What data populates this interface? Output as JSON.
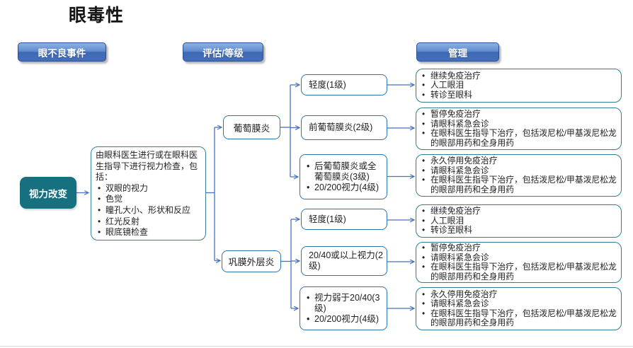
{
  "title": "眼毒性",
  "columns": {
    "adverse_event": "眼不良事件",
    "assessment": "评估/等级",
    "management": "管理"
  },
  "adverse_event": {
    "label": "视力改变"
  },
  "exam": {
    "intro": "由眼科医生进行或在眼科医生指导下进行视力检查，包括：",
    "bullets": [
      "双眼的视力",
      "色觉",
      "瞳孔大小、形状和反应",
      "红光反射",
      "眼底镜检查"
    ]
  },
  "uveitis": {
    "label": "葡萄膜炎",
    "grades": [
      {
        "text": "轻度(1级)"
      },
      {
        "text": "前葡萄膜炎(2级)"
      },
      {
        "bullets": [
          "后葡萄膜炎或全葡萄膜炎(3级)",
          "20/200视力(4级)"
        ]
      }
    ]
  },
  "episcleritis": {
    "label": "巩膜外层炎",
    "grades": [
      {
        "text": "轻度(1级)"
      },
      {
        "text": "20/40或以上视力(2级)"
      },
      {
        "bullets": [
          "视力弱于20/40(3级)",
          "20/200视力(4级)"
        ]
      }
    ]
  },
  "management": [
    {
      "bullets": [
        "继续免疫治疗",
        "人工眼泪",
        "转诊至眼科"
      ]
    },
    {
      "bullets": [
        "暂停免疫治疗",
        "请眼科紧急会诊",
        "在眼科医生指导下治疗，包括泼尼松/甲基泼尼松龙的眼部用药和全身用药"
      ]
    },
    {
      "bullets": [
        "永久停用免疫治疗",
        "请眼科紧急会诊",
        "在眼科医生指导下治疗，包括泼尼松/甲基泼尼松龙的眼部用药和全身用药"
      ]
    },
    {
      "bullets": [
        "继续免疫治疗",
        "人工眼泪",
        "转诊至眼科"
      ]
    },
    {
      "bullets": [
        "暂停免疫治疗",
        "请眼科紧急会诊",
        "在眼科医生指导下治疗，包括泼尼松/甲基泼尼松龙的眼部用药和全身用药"
      ]
    },
    {
      "bullets": [
        "永久停用免疫治疗",
        "请眼科紧急会诊",
        "在眼科医生指导下治疗，包括泼尼松/甲基泼尼松龙的眼部用药和全身用药"
      ]
    }
  ],
  "colors": {
    "badge_blue": "#4470bc",
    "event_teal": "#16707f",
    "connector_blue": "#4472c4",
    "grade_border": "#2e75b6",
    "management_border": "#2e8095"
  }
}
